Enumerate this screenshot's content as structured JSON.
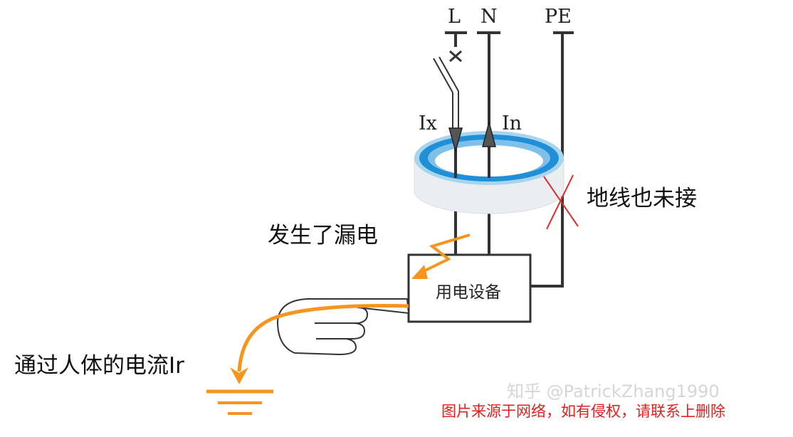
{
  "terminals": {
    "line": "L",
    "neutral": "N",
    "earth": "PE"
  },
  "currents": {
    "line_current": "Ix",
    "neutral_current": "In"
  },
  "labels": {
    "ground_not_connected": "地线也未接",
    "leakage_occurred": "发生了漏电",
    "appliance": "用电设备",
    "body_current": "通过人体的电流Ir"
  },
  "watermark": {
    "text": "知乎 @PatrickZhang1990"
  },
  "notice": "图片来源于网络，如有侵权，请联系上删除",
  "colors": {
    "wire": "#333333",
    "arrow_fill": "#555555",
    "ring_blue": "#1f8fd8",
    "ring_light": "#a8d4ee",
    "ring_body": "#eaeef1",
    "cross_red": "#d9302c",
    "leak_orange": "#f7941d",
    "notice_red": "#e02020"
  }
}
